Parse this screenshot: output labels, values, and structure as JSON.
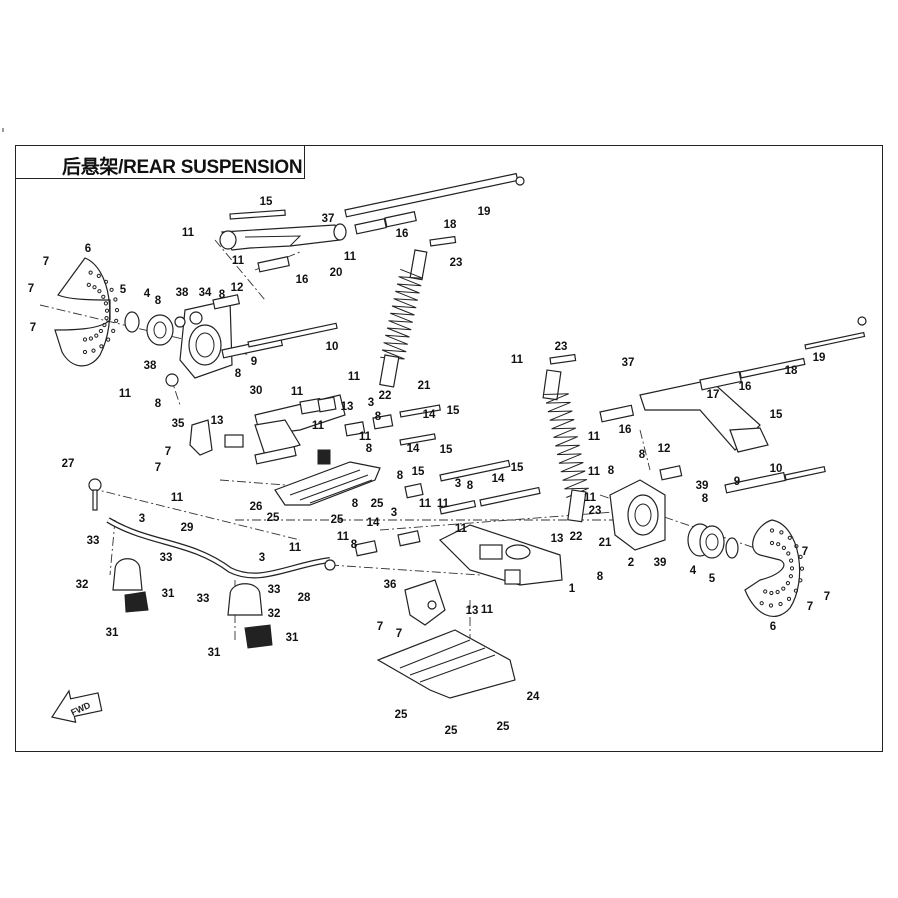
{
  "title": "后悬架/REAR SUSPENSION",
  "fwd_label": "FWD",
  "callouts": [
    {
      "id": "c15a",
      "text": "15"
    },
    {
      "id": "c37a",
      "text": "37"
    },
    {
      "id": "c18a",
      "text": "18"
    },
    {
      "id": "c19a",
      "text": "19"
    },
    {
      "id": "c11a",
      "text": "11"
    },
    {
      "id": "c16a",
      "text": "16"
    },
    {
      "id": "c11b",
      "text": "11"
    },
    {
      "id": "c16b",
      "text": "16"
    },
    {
      "id": "c20",
      "text": "20"
    },
    {
      "id": "c11c",
      "text": "11"
    },
    {
      "id": "c23a",
      "text": "23"
    },
    {
      "id": "c6a",
      "text": "6"
    },
    {
      "id": "c7a",
      "text": "7"
    },
    {
      "id": "c7b",
      "text": "7"
    },
    {
      "id": "c7c",
      "text": "7"
    },
    {
      "id": "c5a",
      "text": "5"
    },
    {
      "id": "c4a",
      "text": "4"
    },
    {
      "id": "c8a",
      "text": "8"
    },
    {
      "id": "c38a",
      "text": "38"
    },
    {
      "id": "c34",
      "text": "34"
    },
    {
      "id": "c8b",
      "text": "8"
    },
    {
      "id": "c12a",
      "text": "12"
    },
    {
      "id": "c9a",
      "text": "9"
    },
    {
      "id": "c10a",
      "text": "10"
    },
    {
      "id": "c38b",
      "text": "38"
    },
    {
      "id": "c8c",
      "text": "8"
    },
    {
      "id": "c11d",
      "text": "11"
    },
    {
      "id": "c8d",
      "text": "8"
    },
    {
      "id": "c11e",
      "text": "11"
    },
    {
      "id": "c21a",
      "text": "21"
    },
    {
      "id": "c22a",
      "text": "22"
    },
    {
      "id": "c30",
      "text": "30"
    },
    {
      "id": "c11f",
      "text": "11"
    },
    {
      "id": "c13a",
      "text": "13"
    },
    {
      "id": "c3a",
      "text": "3"
    },
    {
      "id": "c8e",
      "text": "8"
    },
    {
      "id": "c14a",
      "text": "14"
    },
    {
      "id": "c15b",
      "text": "15"
    },
    {
      "id": "c35",
      "text": "35"
    },
    {
      "id": "c13b",
      "text": "13"
    },
    {
      "id": "c7d",
      "text": "7"
    },
    {
      "id": "c7e",
      "text": "7"
    },
    {
      "id": "c11g",
      "text": "11"
    },
    {
      "id": "c11h",
      "text": "11"
    },
    {
      "id": "c8f",
      "text": "8"
    },
    {
      "id": "c14b",
      "text": "14"
    },
    {
      "id": "c15c",
      "text": "15"
    },
    {
      "id": "c27",
      "text": "27"
    },
    {
      "id": "c11i",
      "text": "11"
    },
    {
      "id": "c26",
      "text": "26"
    },
    {
      "id": "c25a",
      "text": "25"
    },
    {
      "id": "c25b",
      "text": "25"
    },
    {
      "id": "c25c",
      "text": "25"
    },
    {
      "id": "c3b",
      "text": "3"
    },
    {
      "id": "c29",
      "text": "29"
    },
    {
      "id": "c33a",
      "text": "33"
    },
    {
      "id": "c33b",
      "text": "33"
    },
    {
      "id": "c32a",
      "text": "32"
    },
    {
      "id": "c31a",
      "text": "31"
    },
    {
      "id": "c31b",
      "text": "31"
    },
    {
      "id": "c3c",
      "text": "3"
    },
    {
      "id": "c11j",
      "text": "11"
    },
    {
      "id": "c33c",
      "text": "33"
    },
    {
      "id": "c33d",
      "text": "33"
    },
    {
      "id": "c32b",
      "text": "32"
    },
    {
      "id": "c28",
      "text": "28"
    },
    {
      "id": "c31c",
      "text": "31"
    },
    {
      "id": "c31d",
      "text": "31"
    },
    {
      "id": "c8g",
      "text": "8"
    },
    {
      "id": "c14c",
      "text": "14"
    },
    {
      "id": "c11k",
      "text": "11"
    },
    {
      "id": "c8h",
      "text": "8"
    },
    {
      "id": "c3d",
      "text": "3"
    },
    {
      "id": "c15d",
      "text": "15"
    },
    {
      "id": "c8i",
      "text": "8"
    },
    {
      "id": "c3e",
      "text": "3"
    },
    {
      "id": "c11l",
      "text": "11"
    },
    {
      "id": "c8j",
      "text": "8"
    },
    {
      "id": "c14d",
      "text": "14"
    },
    {
      "id": "c15e",
      "text": "15"
    },
    {
      "id": "c11m",
      "text": "11"
    },
    {
      "id": "c11n",
      "text": "11"
    },
    {
      "id": "c36",
      "text": "36"
    },
    {
      "id": "c7f",
      "text": "7"
    },
    {
      "id": "c7g",
      "text": "7"
    },
    {
      "id": "c13c",
      "text": "13"
    },
    {
      "id": "c11o",
      "text": "11"
    },
    {
      "id": "c1",
      "text": "1"
    },
    {
      "id": "c13d",
      "text": "13"
    },
    {
      "id": "c8k",
      "text": "8"
    },
    {
      "id": "c24",
      "text": "24"
    },
    {
      "id": "c25d",
      "text": "25"
    },
    {
      "id": "c25e",
      "text": "25"
    },
    {
      "id": "c25f",
      "text": "25"
    },
    {
      "id": "c11p",
      "text": "11"
    },
    {
      "id": "c23b",
      "text": "23"
    },
    {
      "id": "c37b",
      "text": "37"
    },
    {
      "id": "c19b",
      "text": "19"
    },
    {
      "id": "c18b",
      "text": "18"
    },
    {
      "id": "c16c",
      "text": "16"
    },
    {
      "id": "c17",
      "text": "17"
    },
    {
      "id": "c16d",
      "text": "16"
    },
    {
      "id": "c11q",
      "text": "11"
    },
    {
      "id": "c15f",
      "text": "15"
    },
    {
      "id": "c8l",
      "text": "8"
    },
    {
      "id": "c12b",
      "text": "12"
    },
    {
      "id": "c11r",
      "text": "11"
    },
    {
      "id": "c8m",
      "text": "8"
    },
    {
      "id": "c39a",
      "text": "39"
    },
    {
      "id": "c10b",
      "text": "10"
    },
    {
      "id": "c9b",
      "text": "9"
    },
    {
      "id": "c8n",
      "text": "8"
    },
    {
      "id": "c11s",
      "text": "11"
    },
    {
      "id": "c23c",
      "text": "23"
    },
    {
      "id": "c22b",
      "text": "22"
    },
    {
      "id": "c21b",
      "text": "21"
    },
    {
      "id": "c2",
      "text": "2"
    },
    {
      "id": "c39b",
      "text": "39"
    },
    {
      "id": "c4b",
      "text": "4"
    },
    {
      "id": "c5b",
      "text": "5"
    },
    {
      "id": "c7h",
      "text": "7"
    },
    {
      "id": "c7i",
      "text": "7"
    },
    {
      "id": "c7j",
      "text": "7"
    },
    {
      "id": "c6b",
      "text": "6"
    }
  ]
}
